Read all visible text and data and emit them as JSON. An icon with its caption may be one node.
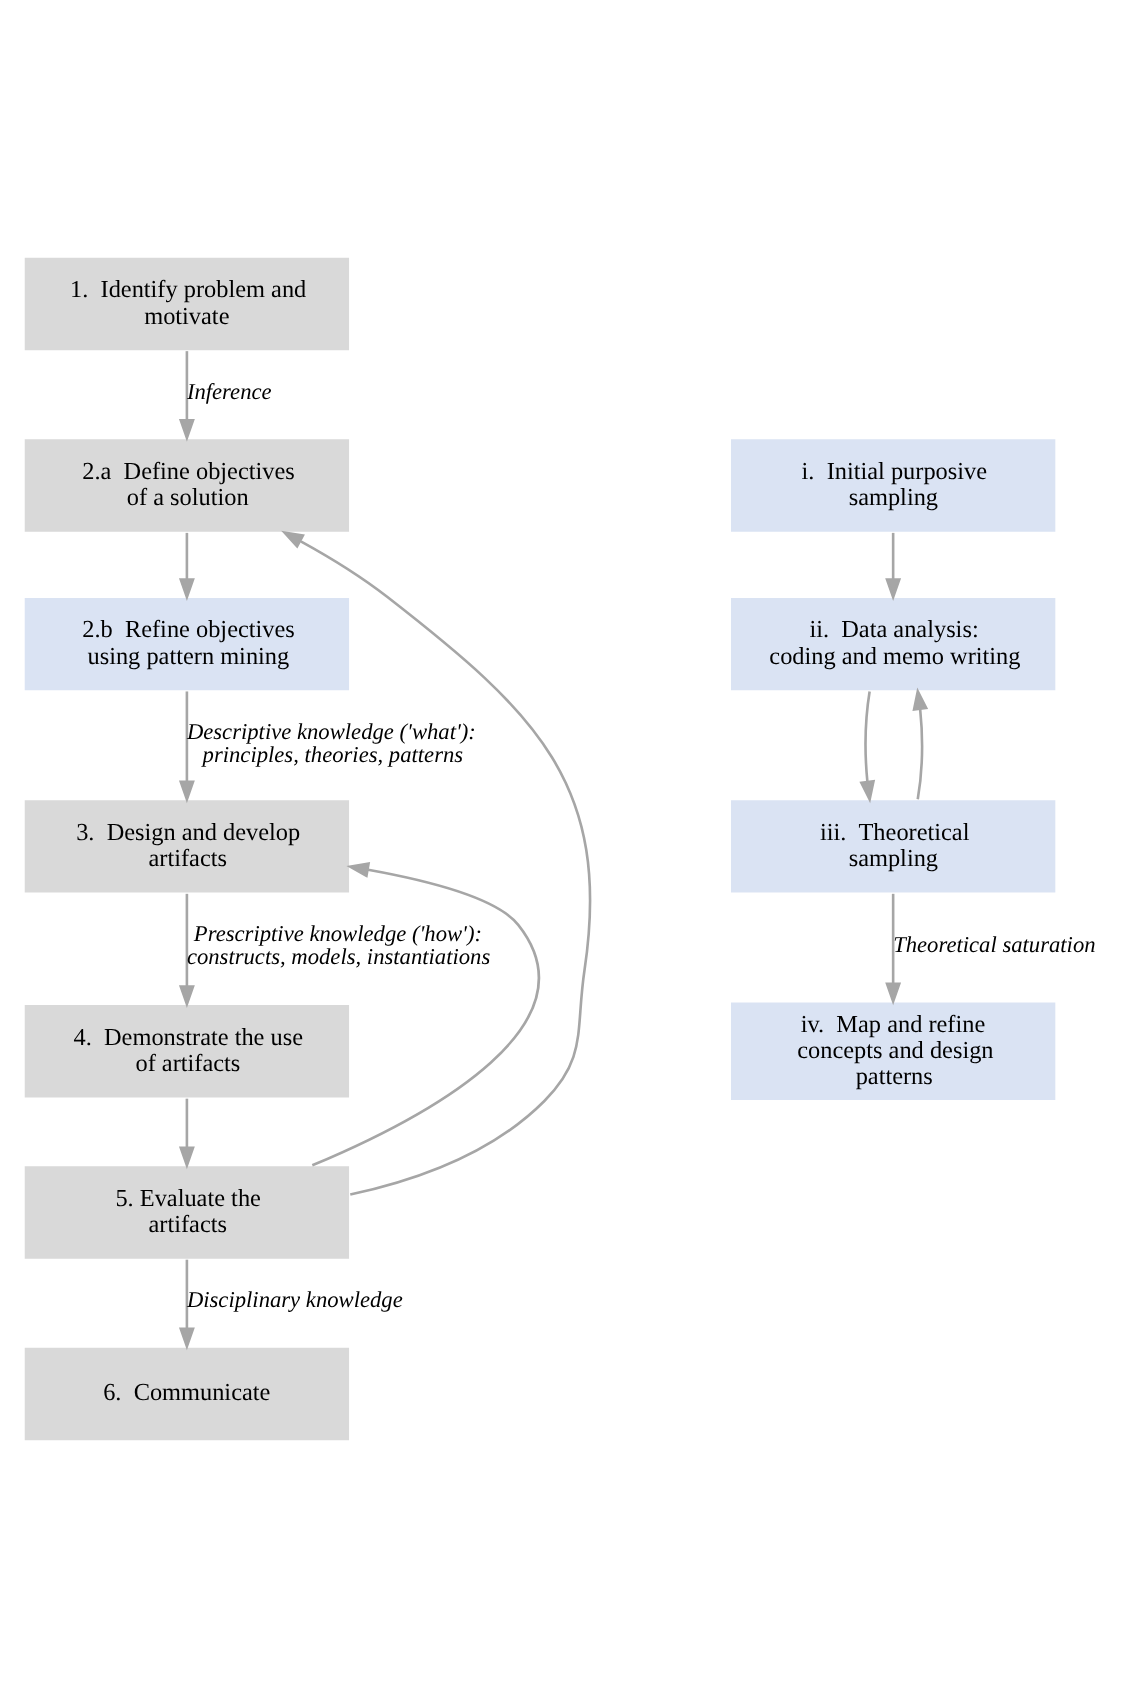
{
  "diagram": {
    "nodes": [
      {
        "text": [
          "1.  Identify problem and motivate"
        ]
      },
      {
        "text": [
          "2.a  Define objectives of a solution"
        ]
      },
      {
        "text": [
          "2.b  Refine objectives using pattern mining"
        ]
      },
      {
        "text": [
          "3.  Design and develop artifacts"
        ]
      },
      {
        "text": [
          "4.  Demonstrate the use of artifacts"
        ]
      },
      {
        "text": [
          "5. Evaluate the artifacts"
        ]
      },
      {
        "text": [
          "6.  Communicate"
        ]
      },
      {
        "text": [
          "i.  Initial purposive sampling"
        ]
      },
      {
        "text": [
          "ii.  Data analysis: coding and memo writing"
        ]
      },
      {
        "text": [
          "iii.  Theoretical sampling"
        ]
      },
      {
        "text": [
          "iv.  Map and refine concepts and design patterns"
        ]
      }
    ],
    "edges": [
      {
        "from": 0,
        "to": 1,
        "arrow": "to",
        "label": "Inference"
      },
      {
        "from": 1,
        "to": 2,
        "arrow": "to"
      },
      {
        "from": 2,
        "to": 3,
        "arrow": "to",
        "label": "Descriptive knowledge ('what'): principles, theories, patterns"
      },
      {
        "from": 3,
        "to": 4,
        "arrow": "to",
        "label": "Prescriptive knowledge ('how'): constructs, models, instantiations"
      },
      {
        "from": 4,
        "to": 5,
        "arrow": "to"
      },
      {
        "from": 5,
        "to": 6,
        "arrow": "to",
        "label": "Disciplinary knowledge"
      },
      {
        "from": 5,
        "to": 1,
        "arrow": "to"
      },
      {
        "from": 5,
        "to": 3,
        "arrow": "to"
      },
      {
        "from": 7,
        "to": 8,
        "arrow": "to"
      },
      {
        "from": 8,
        "to": 9,
        "arrow": "to"
      },
      {
        "from": 9,
        "to": 8,
        "arrow": "to"
      },
      {
        "from": 9,
        "to": 10,
        "arrow": "to",
        "label": "Theoretical saturation"
      }
    ]
  }
}
